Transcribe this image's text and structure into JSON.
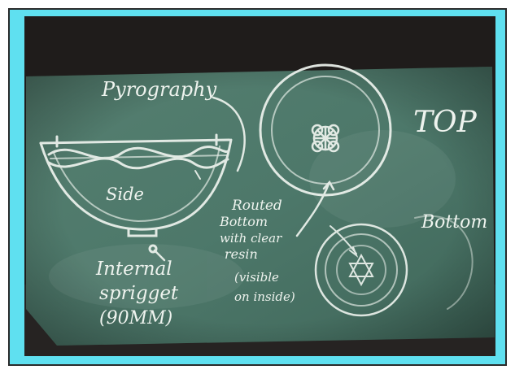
{
  "image": {
    "labels": {
      "pyrography": "Pyrography",
      "side": "Side",
      "top": "TOP",
      "bottom": "Bottom",
      "internal_spigot_1": "Internal",
      "internal_spigot_2": "sprigget",
      "internal_spigot_3": "(90MM)",
      "routed_1": "Routed",
      "routed_2": "Bottom",
      "routed_3": "with clear",
      "routed_4": "resin",
      "routed_5": "(visible",
      "routed_6": "on inside)"
    },
    "colors": {
      "border": "#5fe0f0",
      "board": "#4f7a6a",
      "chalk": "#eef3ee",
      "background": "#1d1b1a"
    }
  }
}
